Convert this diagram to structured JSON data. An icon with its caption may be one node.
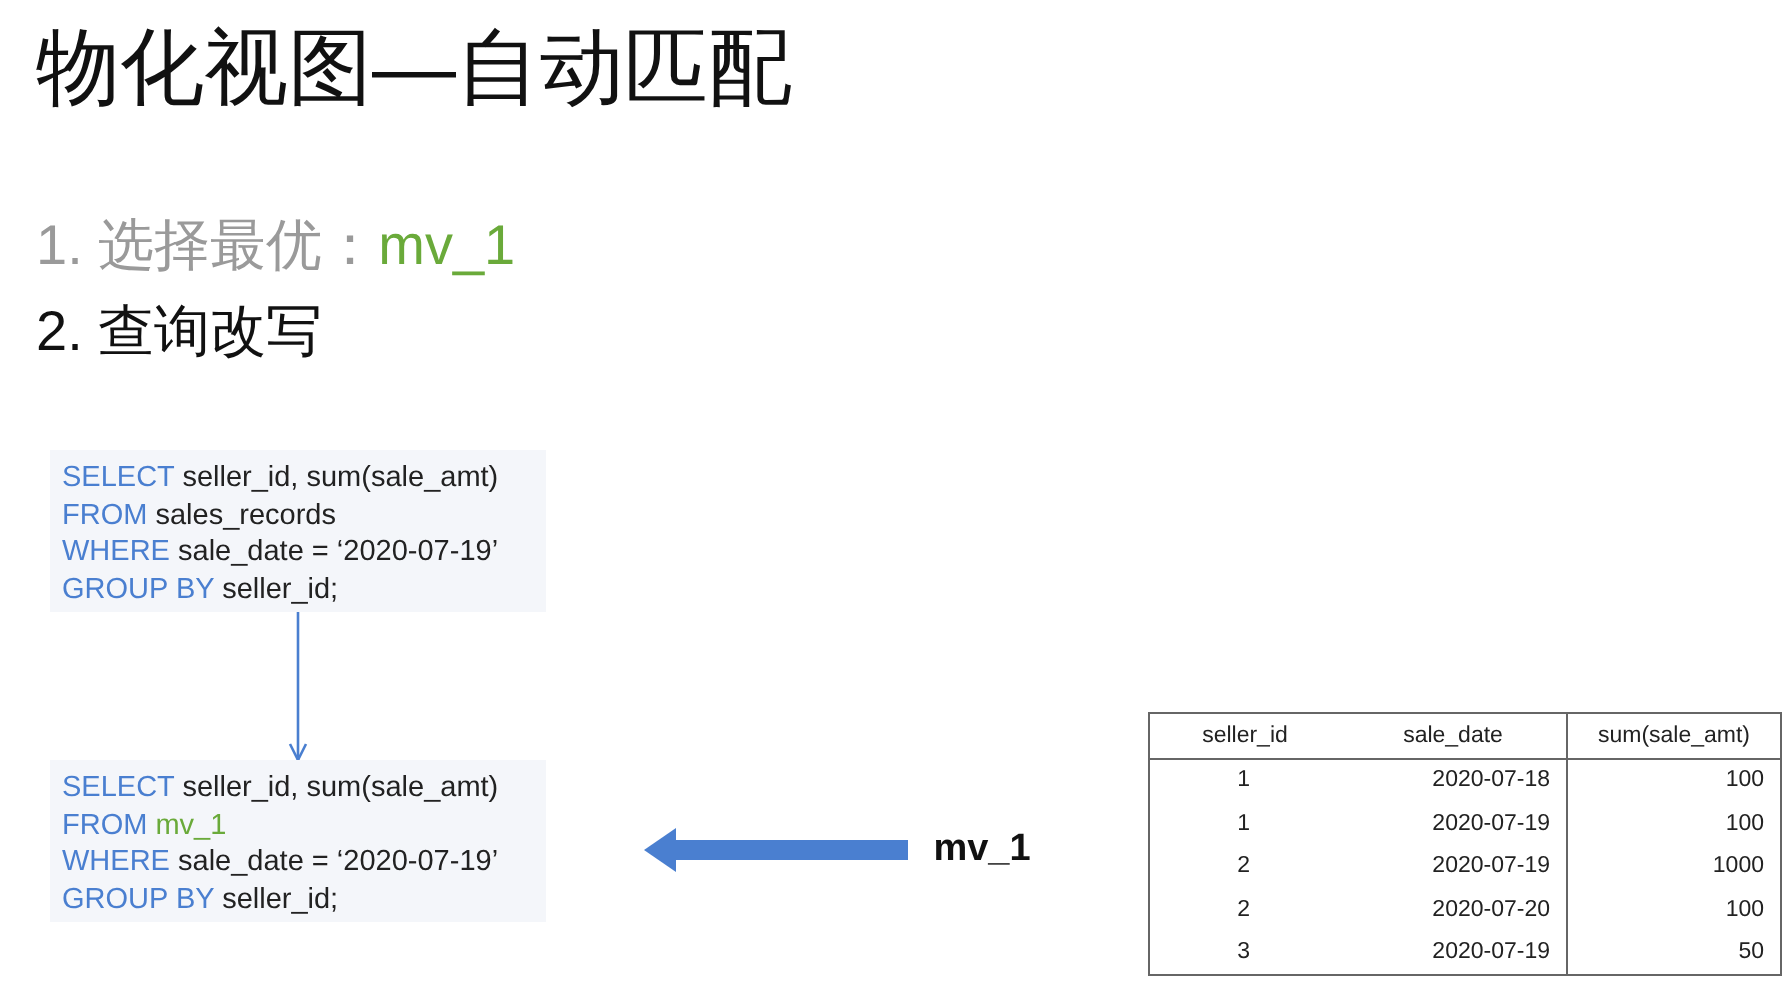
{
  "diagram": {
    "title": "物化视图—自动匹配",
    "nodes": [
      {
        "text": [
          "SELECT",
          "seller_id, sum(sale_amt)",
          "FROM",
          "sales_records",
          "WHERE",
          "sale_date = ‘2020-07-19’",
          "GROUP BY",
          "seller_id;"
        ]
      },
      {
        "text": [
          "SELECT",
          "seller_id, sum(sale_amt)",
          "FROM",
          "mv_1",
          "WHERE",
          "sale_date = ‘2020-07-19’",
          "GROUP BY",
          "seller_id;"
        ]
      },
      {
        "text": [
          "mv_1"
        ]
      }
    ],
    "edges": [
      {
        "from": 0,
        "to": 1,
        "arrow": "to"
      },
      {
        "from": 2,
        "to": 1,
        "arrow": "to",
        "style": "thick"
      }
    ],
    "labels": [
      "1. 选择最优：",
      "mv_1",
      "2. 查询改写",
      "seller_id",
      "sale_date",
      "sum(sale_amt)",
      "1",
      "2020-07-18",
      "100",
      "1",
      "2020-07-19",
      "100",
      "2",
      "2020-07-19",
      "1000",
      "2",
      "2020-07-20",
      "100",
      "3",
      "2020-07-19",
      "50"
    ]
  }
}
